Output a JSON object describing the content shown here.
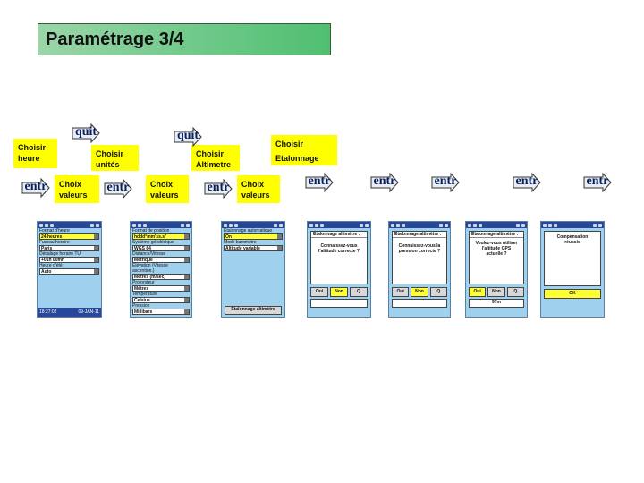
{
  "title": "Paramétrage 3/4",
  "buttons": {
    "quit": "quit",
    "entr": "entr"
  },
  "labels": {
    "choisir_heure": "Choisir heure",
    "choix_valeurs": "Choix valeurs",
    "choisir_unites": "Choisir unités",
    "choisir_altimetre": "Choisir Altimetre",
    "choisir_etalonnage_1": "Choisir",
    "choisir_etalonnage_2": "Etalonnage"
  },
  "screen_heure": {
    "fields": [
      {
        "label": "Format d'heure",
        "value": "24 heures"
      },
      {
        "label": "Fuseau horaire",
        "value": "Paris"
      },
      {
        "label": "Décalage horaire TU",
        "value": "+01h 00mn"
      },
      {
        "label": "Heure d'été",
        "value": "Auto"
      }
    ],
    "time": "18:27:02",
    "date": "09-JAN-11"
  },
  "screen_unites": {
    "fields": [
      {
        "label": "Format de position",
        "value": "hddd°mm'ss.s\""
      },
      {
        "label": "Système géodésique",
        "value": "WGS 84"
      },
      {
        "label": "Distance/Vitesse",
        "value": "Métrique"
      },
      {
        "label": "Elévation (Vitesse ascention.)",
        "value": "Mètres (m/sec)"
      },
      {
        "label": "Profondeur",
        "value": "Mètres"
      },
      {
        "label": "Température",
        "value": "Celsius"
      },
      {
        "label": "Pression",
        "value": "Millibars"
      }
    ]
  },
  "screen_altimetre": {
    "fields": [
      {
        "label": "Etalonnage automatique",
        "value": "On"
      },
      {
        "label": "Mode barométre",
        "value": "Altitude variable"
      }
    ],
    "button": "Etalonnage altimètre"
  },
  "dialogs": [
    {
      "header": "Etalonnage altimètre :",
      "line1": "Connaissez-vous",
      "line2": "l'altitude correcte ?",
      "line3": "",
      "yes": "Oui",
      "no": "Non",
      "q": "Q",
      "readout": ""
    },
    {
      "header": "Etalonnage altimètre :",
      "line1": "Connaissez-vous la",
      "line2": "pression correcte ?",
      "line3": "",
      "yes": "Oui",
      "no": "Non",
      "q": "Q",
      "readout": ""
    },
    {
      "header": "Etalonnage altimètre :",
      "line1": "Voulez-vous utiliser",
      "line2": "l'altitude GPS",
      "line3": "actuelle ?",
      "yes": "Oui",
      "no": "Non",
      "q": "Q",
      "readout": "97m"
    }
  ],
  "final": {
    "line1": "Compensation",
    "line2": "réussie",
    "ok": "OK"
  },
  "colors": {
    "label_bg": "#ffff00",
    "screen_bg": "#9fd0ee",
    "title_bar": "#27489a",
    "title_grad": "#6fc98a"
  }
}
